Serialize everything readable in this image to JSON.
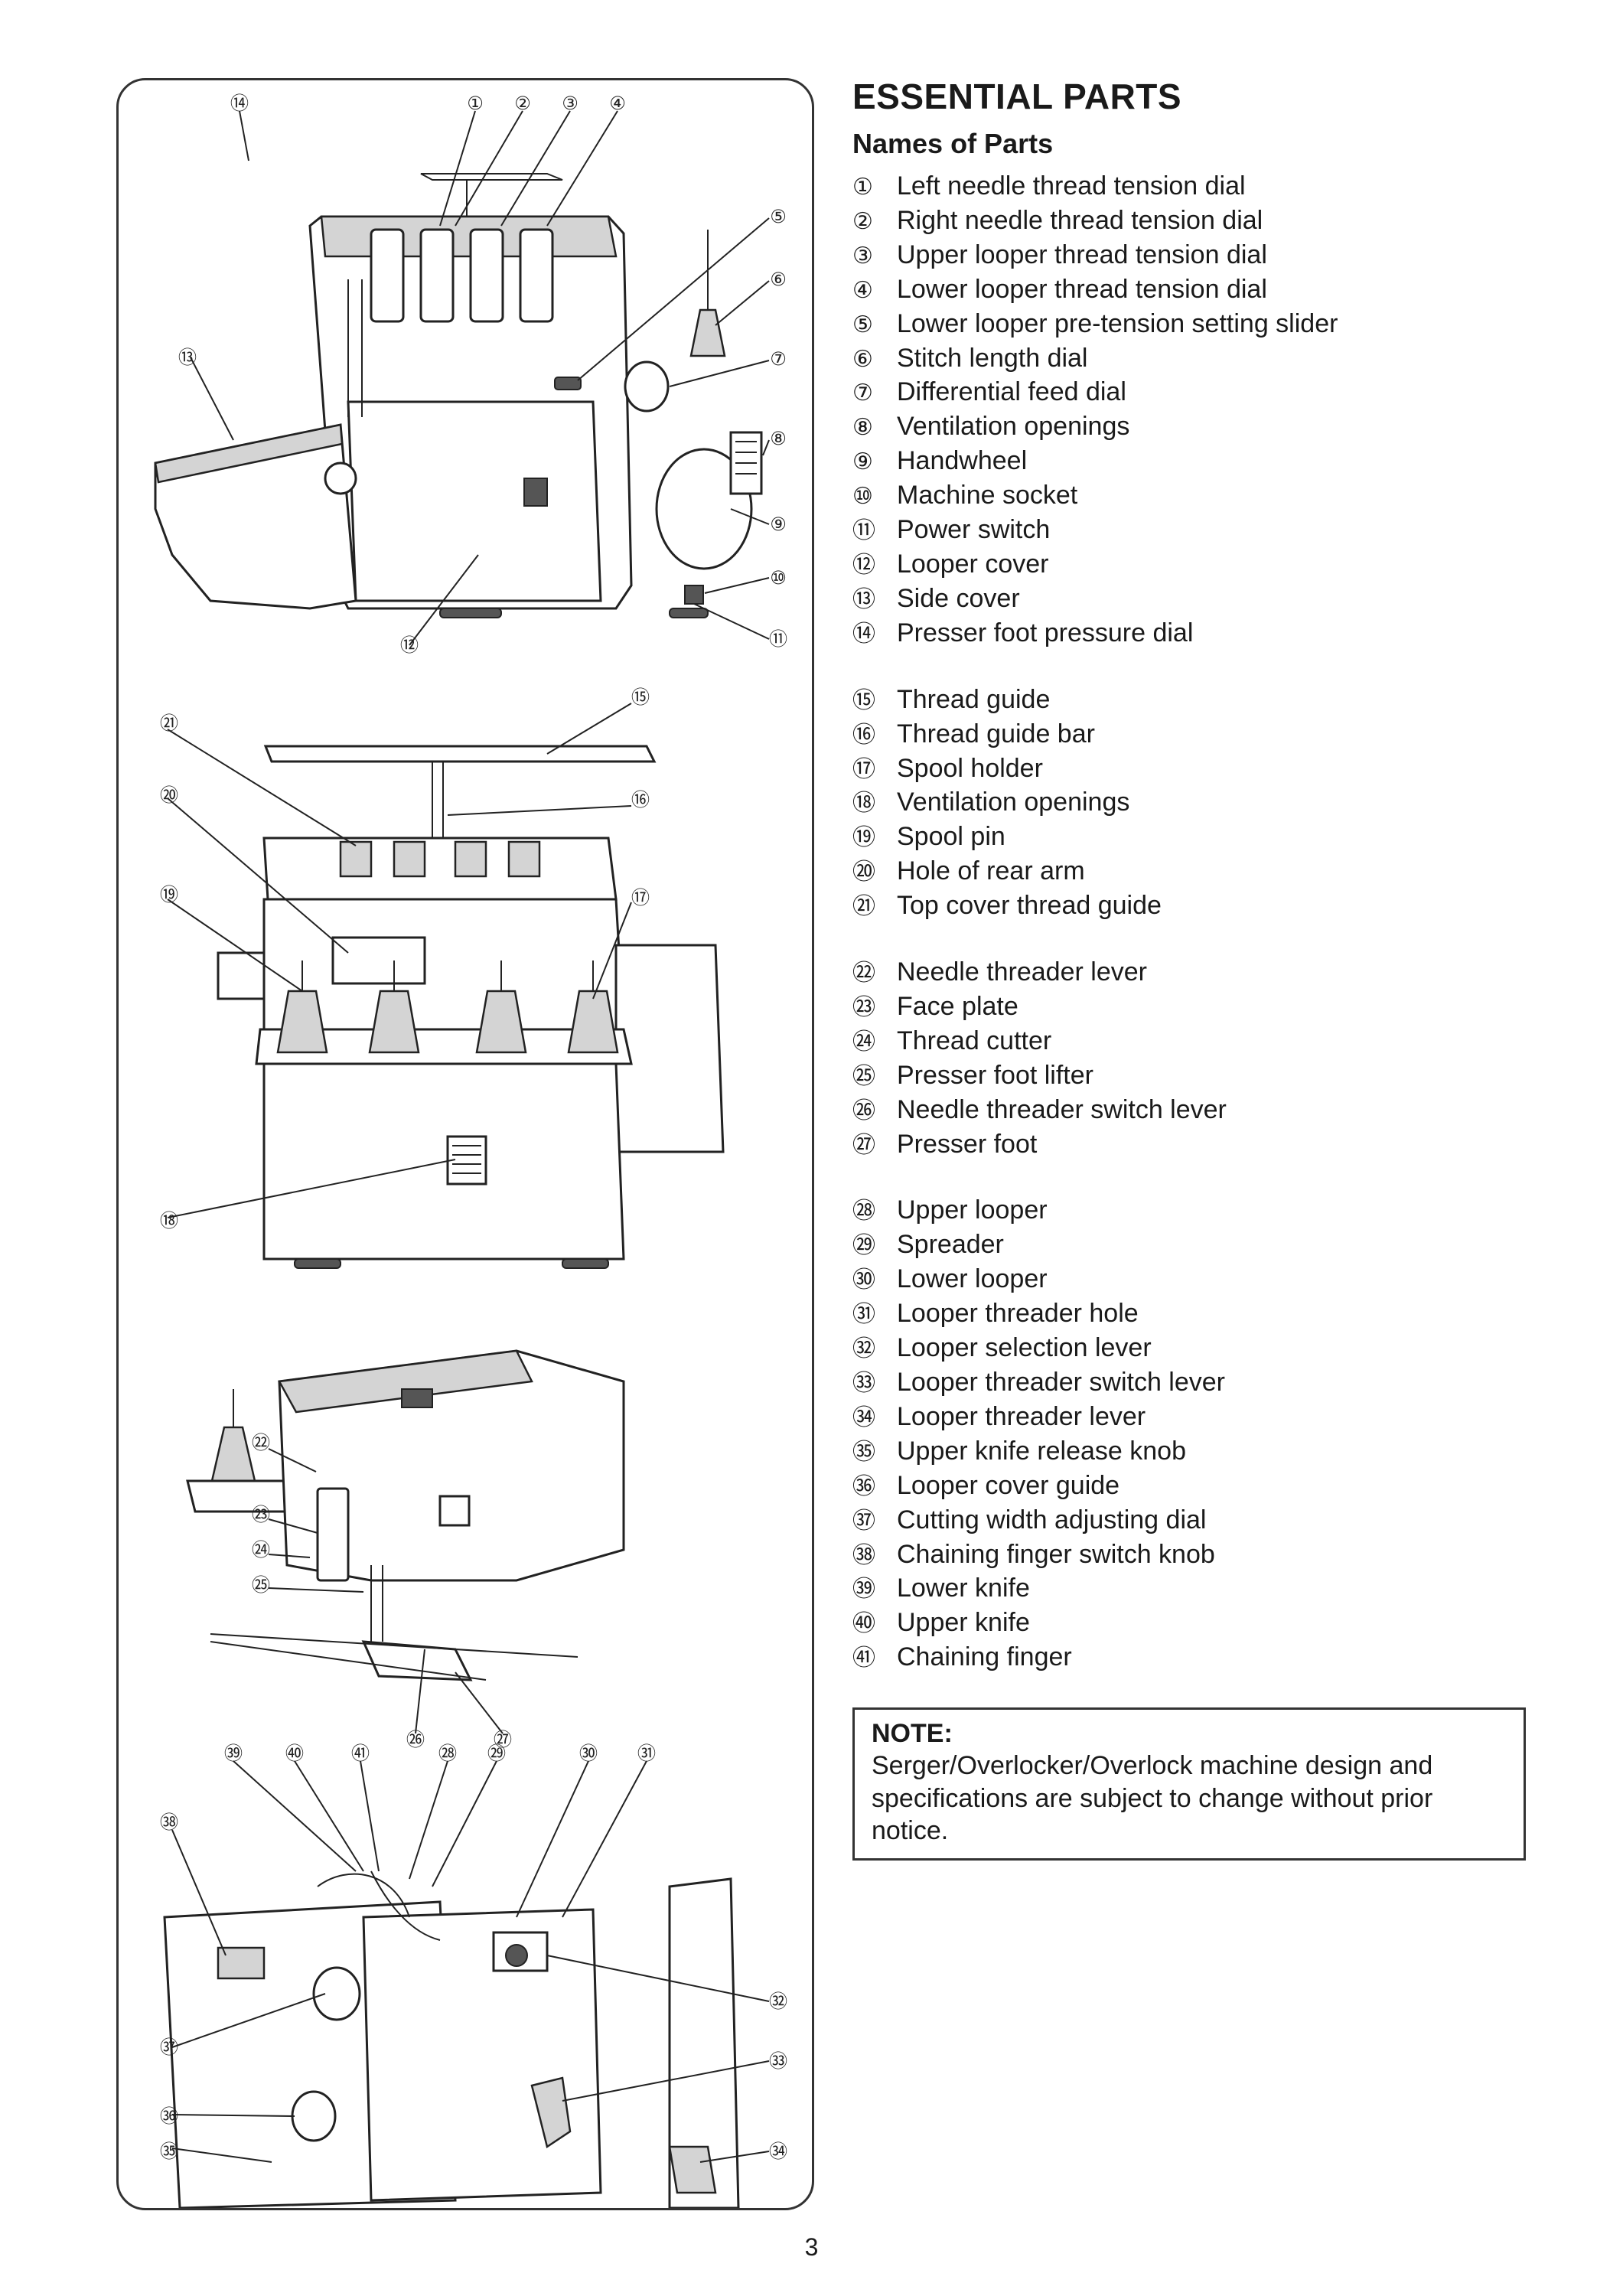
{
  "title": "ESSENTIAL PARTS",
  "subtitle": "Names of Parts",
  "groups": [
    [
      {
        "num": "①",
        "name": "Left needle thread tension dial"
      },
      {
        "num": "②",
        "name": "Right needle thread tension dial"
      },
      {
        "num": "③",
        "name": "Upper looper thread tension dial"
      },
      {
        "num": "④",
        "name": "Lower looper thread tension dial"
      },
      {
        "num": "⑤",
        "name": "Lower looper pre-tension setting slider"
      },
      {
        "num": "⑥",
        "name": "Stitch length dial"
      },
      {
        "num": "⑦",
        "name": "Differential feed dial"
      },
      {
        "num": "⑧",
        "name": "Ventilation openings"
      },
      {
        "num": "⑨",
        "name": "Handwheel"
      },
      {
        "num": "⑩",
        "name": "Machine socket"
      },
      {
        "num": "⑪",
        "name": "Power switch"
      },
      {
        "num": "⑫",
        "name": "Looper cover"
      },
      {
        "num": "⑬",
        "name": "Side cover"
      },
      {
        "num": "⑭",
        "name": "Presser foot pressure dial"
      }
    ],
    [
      {
        "num": "⑮",
        "name": "Thread guide"
      },
      {
        "num": "⑯",
        "name": "Thread guide bar"
      },
      {
        "num": "⑰",
        "name": "Spool holder"
      },
      {
        "num": "⑱",
        "name": "Ventilation openings"
      },
      {
        "num": "⑲",
        "name": "Spool pin"
      },
      {
        "num": "⑳",
        "name": "Hole of rear arm"
      },
      {
        "num": "㉑",
        "name": "Top cover thread guide"
      }
    ],
    [
      {
        "num": "㉒",
        "name": "Needle threader lever"
      },
      {
        "num": "㉓",
        "name": "Face plate"
      },
      {
        "num": "㉔",
        "name": "Thread cutter"
      },
      {
        "num": "㉕",
        "name": "Presser foot lifter"
      },
      {
        "num": "㉖",
        "name": "Needle threader switch lever"
      },
      {
        "num": "㉗",
        "name": "Presser foot"
      }
    ],
    [
      {
        "num": "㉘",
        "name": "Upper looper"
      },
      {
        "num": "㉙",
        "name": "Spreader"
      },
      {
        "num": "㉚",
        "name": "Lower looper"
      },
      {
        "num": "㉛",
        "name": "Looper threader hole"
      },
      {
        "num": "㉜",
        "name": "Looper selection lever"
      },
      {
        "num": "㉝",
        "name": "Looper threader switch lever"
      },
      {
        "num": "㉞",
        "name": "Looper threader lever"
      },
      {
        "num": "㉟",
        "name": "Upper knife release knob"
      },
      {
        "num": "㊱",
        "name": "Looper cover guide"
      },
      {
        "num": "㊲",
        "name": "Cutting width adjusting dial"
      },
      {
        "num": "㊳",
        "name": "Chaining finger switch knob"
      },
      {
        "num": "㊴",
        "name": "Lower knife"
      },
      {
        "num": "㊵",
        "name": "Upper knife"
      },
      {
        "num": "㊶",
        "name": "Chaining finger"
      }
    ]
  ],
  "note": {
    "title": "NOTE:",
    "text": "Serger/Overlocker/Overlock machine design and specifications are subject to change without prior notice."
  },
  "page_number": "3",
  "callouts": {
    "c1": "①",
    "c2": "②",
    "c3": "③",
    "c4": "④",
    "c5": "⑤",
    "c6": "⑥",
    "c7": "⑦",
    "c8": "⑧",
    "c9": "⑨",
    "c10": "⑩",
    "c11": "⑪",
    "c12": "⑫",
    "c13": "⑬",
    "c14": "⑭",
    "c15": "⑮",
    "c16": "⑯",
    "c17": "⑰",
    "c18": "⑱",
    "c19": "⑲",
    "c20": "⑳",
    "c21": "㉑",
    "c22": "㉒",
    "c23": "㉓",
    "c24": "㉔",
    "c25": "㉕",
    "c26": "㉖",
    "c27": "㉗",
    "c28": "㉘",
    "c29": "㉙",
    "c30": "㉚",
    "c31": "㉛",
    "c32": "㉜",
    "c33": "㉝",
    "c34": "㉞",
    "c35": "㉟",
    "c36": "㊱",
    "c37": "㊲",
    "c38": "㊳",
    "c39": "㊴",
    "c40": "㊵",
    "c41": "㊶"
  }
}
